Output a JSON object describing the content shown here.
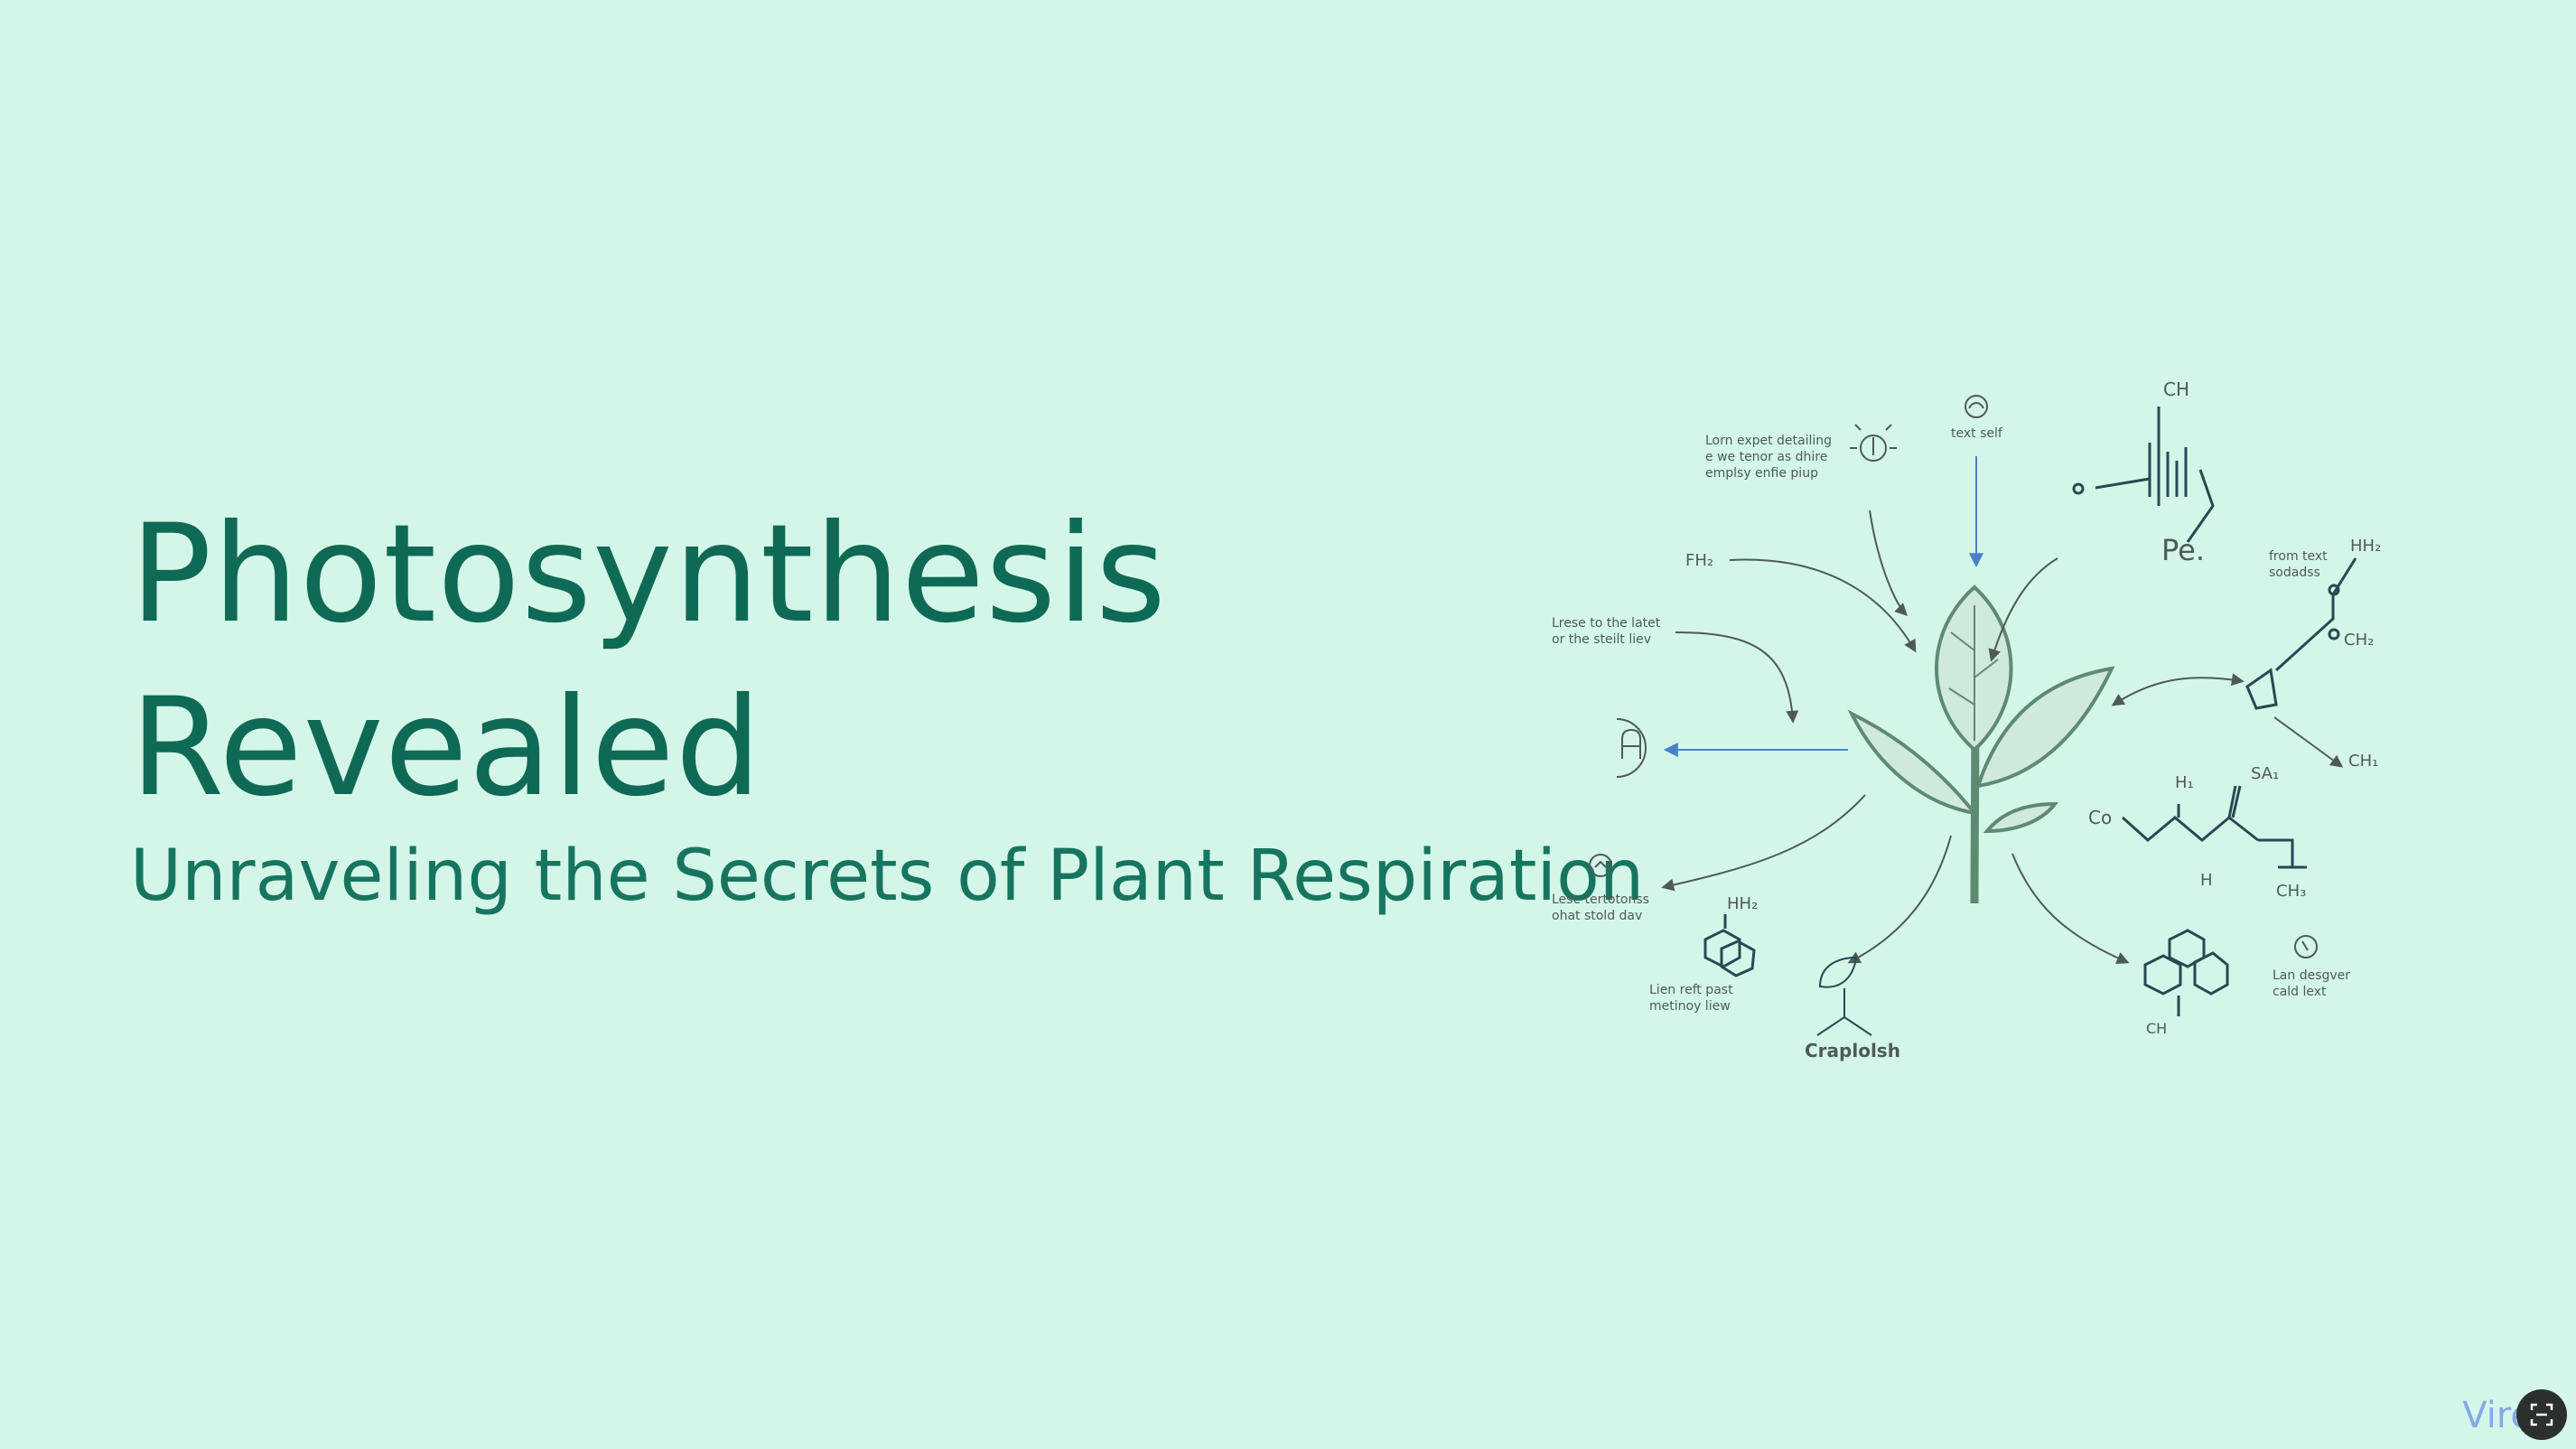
{
  "slide": {
    "title_line1": "Photosynthesis",
    "title_line2": "Revealed",
    "subtitle": "Unraveling the Secrets of Plant Respiration"
  },
  "illustration": {
    "labels": {
      "ch_top": "CH",
      "lorem_top_1": "Lorn expet detailing",
      "lorem_top_2": "e we tenor as dhire",
      "lorem_top_3": "emplsy enfie piup",
      "text_self": "text self",
      "pe": "Pe.",
      "fh": "FH₂",
      "from_text_1": "from text",
      "from_text_2": "sodadss",
      "hh_right": "HH₂",
      "lease_1": "Lrese to the latet",
      "lease_2": "or the steilt liev",
      "ch2": "CH₂",
      "ch1": "CH₁",
      "h1": "H₁",
      "sa": "SA₁",
      "co": "Co",
      "h": "H",
      "ch3": "CH₃",
      "lease_b1": "Lese tertotonss",
      "lease_b2": "ohat stold dav",
      "hh_bottom": "HH₂",
      "lien_1": "Lien reft past",
      "lien_2": "metinoy liew",
      "craplolsh": "Craplolsh",
      "ch_bottom": "CH",
      "lan_1": "Lan desgver",
      "lan_2": "cald lext"
    }
  },
  "brand": {
    "text": "Vire"
  },
  "colors": {
    "background": "#d3f6e8",
    "title": "#0f6a55",
    "ink": "#4f5a57",
    "leaf": "#5f8a72",
    "molecule": "#264a52",
    "accent_arrow": "#4a82c8"
  }
}
